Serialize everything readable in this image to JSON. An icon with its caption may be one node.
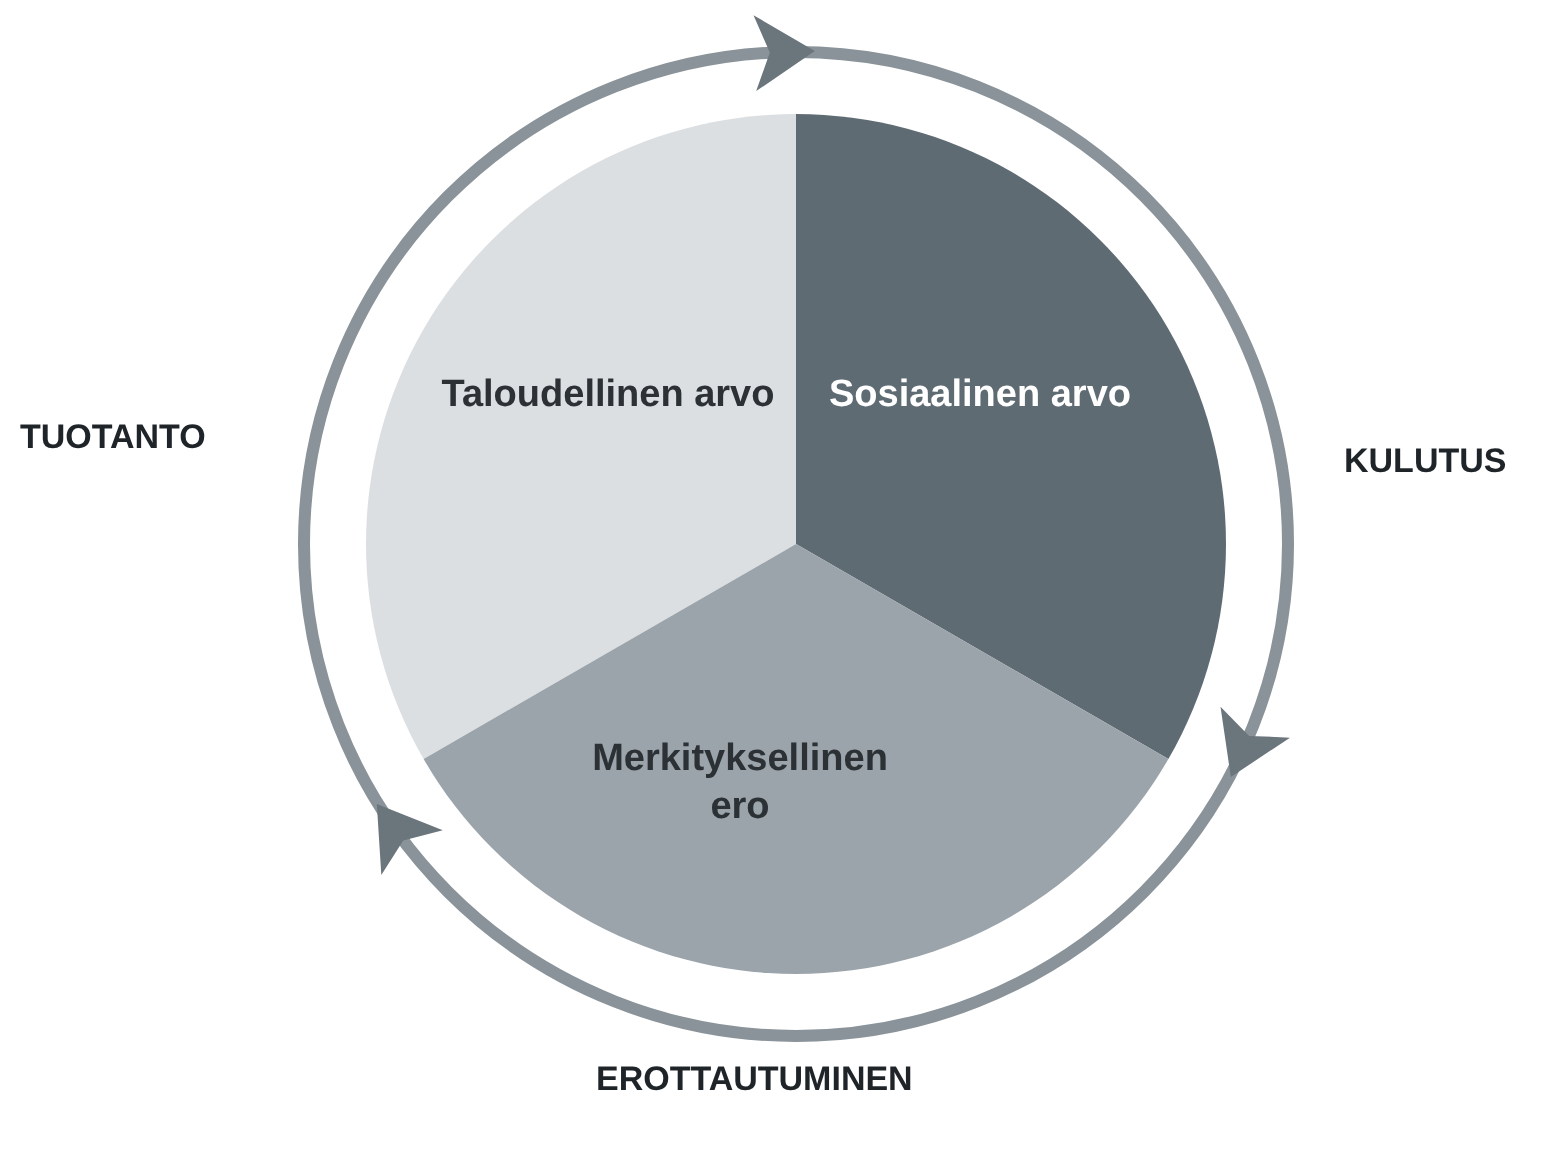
{
  "diagram": {
    "nodes": [
      {
        "text": [
          "Taloudellinen arvo"
        ]
      },
      {
        "text": [
          "Sosiaalinen arvo"
        ]
      },
      {
        "text": [
          "Merkityksellinen ero"
        ]
      }
    ],
    "labels": [
      "TUOTANTO",
      "KULUTUS",
      "EROTTAUTUMINEN"
    ]
  }
}
